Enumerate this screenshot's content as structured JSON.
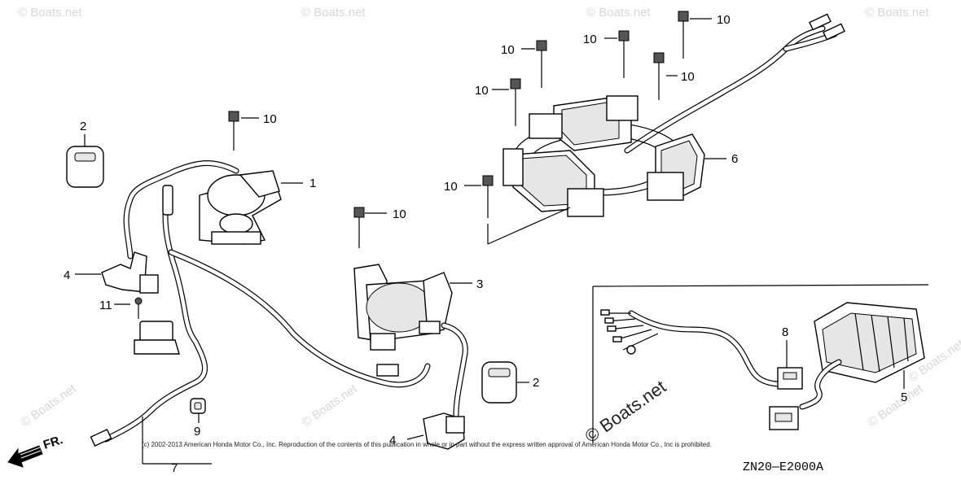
{
  "callouts": {
    "c1": "1",
    "c2a": "2",
    "c2b": "2",
    "c3": "3",
    "c4a": "4",
    "c4b": "4",
    "c5": "5",
    "c6": "6",
    "c7": "7",
    "c8": "8",
    "c9": "9",
    "c10a": "10",
    "c10b": "10",
    "c10c": "10",
    "c10d": "10",
    "c10e": "10",
    "c10f": "10",
    "c10g": "10",
    "c10h": "10",
    "c11": "11"
  },
  "watermark": {
    "text": "© Boats.net",
    "center_text": "© Boats.net"
  },
  "front_label": "FR.",
  "copyright": "(c) 2002-2013 American Honda Motor Co., Inc. Reproduction of the contents of this publication in whole or in part without the express written approval of American Honda Motor Co., Inc is prohibited.",
  "diagram_code": "ZN20—E2000A"
}
